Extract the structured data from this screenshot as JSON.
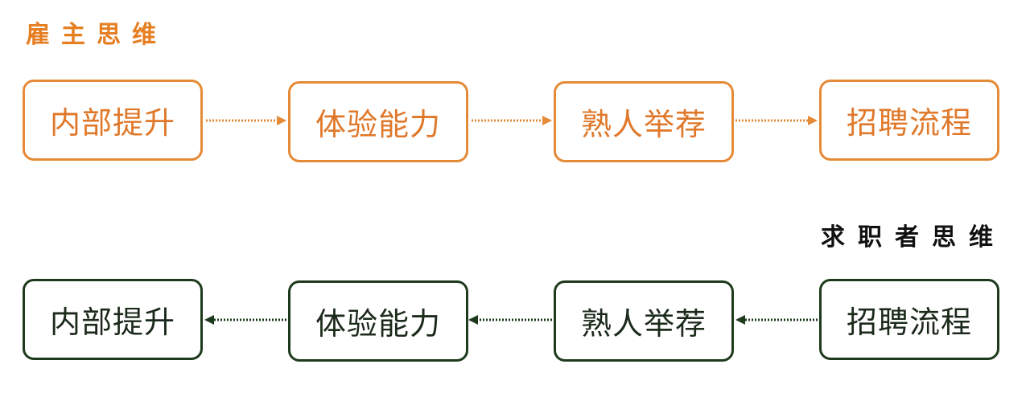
{
  "employer": {
    "title": "雇主思维",
    "steps": [
      "内部提升",
      "体验能力",
      "熟人举荐",
      "招聘流程"
    ],
    "color": "#E0782A"
  },
  "seeker": {
    "title": "求职者思维",
    "steps": [
      "内部提升",
      "体验能力",
      "熟人举荐",
      "招聘流程"
    ],
    "color": "#1E3A1C"
  }
}
